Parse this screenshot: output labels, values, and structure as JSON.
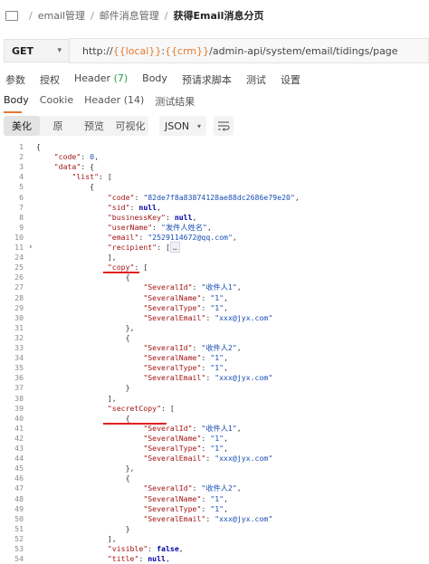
{
  "breadcrumb": {
    "items": [
      "email管理",
      "邮件消息管理",
      "获得Email消息分页"
    ]
  },
  "request": {
    "method": "GET",
    "url_prefix": "http://",
    "url_var1": "{{local}}",
    "url_colon": ":",
    "url_var2": "{{crm}}",
    "url_path": "/admin-api/system/email/tidings/page"
  },
  "request_tabs": [
    {
      "label": "参数"
    },
    {
      "label": "授权"
    },
    {
      "label": "Header",
      "badge": "(7)"
    },
    {
      "label": "Body"
    },
    {
      "label": "预请求脚本"
    },
    {
      "label": "测试"
    },
    {
      "label": "设置"
    }
  ],
  "response_tabs": [
    {
      "label": "Body"
    },
    {
      "label": "Cookie"
    },
    {
      "label": "Header",
      "badge": "(14)"
    },
    {
      "label": "测试结果"
    }
  ],
  "view_modes": [
    "美化",
    "原",
    "预览",
    "可视化"
  ],
  "active_view": 0,
  "format_select": "JSON",
  "colors": {
    "accent": "#e67a2d",
    "badge_green": "#2a9d4a",
    "annotation_red": "#e02020"
  },
  "code_lines": [
    {
      "n": "1",
      "t": [
        [
          "p",
          "{"
        ]
      ]
    },
    {
      "n": "2",
      "t": [
        [
          "p",
          "    "
        ],
        [
          "k",
          "\"code\""
        ],
        [
          "p",
          ": "
        ],
        [
          "n",
          "0"
        ],
        [
          "p",
          ","
        ]
      ]
    },
    {
      "n": "3",
      "t": [
        [
          "p",
          "    "
        ],
        [
          "k",
          "\"data\""
        ],
        [
          "p",
          ": {"
        ]
      ]
    },
    {
      "n": "4",
      "t": [
        [
          "p",
          "        "
        ],
        [
          "k",
          "\"list\""
        ],
        [
          "p",
          ": ["
        ]
      ]
    },
    {
      "n": "5",
      "t": [
        [
          "p",
          "            {"
        ]
      ]
    },
    {
      "n": "6",
      "t": [
        [
          "p",
          "                "
        ],
        [
          "k",
          "\"code\""
        ],
        [
          "p",
          ": "
        ],
        [
          "s",
          "\"82de7f8a83874128ae88dc2686e79e20\""
        ],
        [
          "p",
          ","
        ]
      ]
    },
    {
      "n": "7",
      "t": [
        [
          "p",
          "                "
        ],
        [
          "k",
          "\"sid\""
        ],
        [
          "p",
          ": "
        ],
        [
          "kw",
          "null"
        ],
        [
          "p",
          ","
        ]
      ]
    },
    {
      "n": "8",
      "t": [
        [
          "p",
          "                "
        ],
        [
          "k",
          "\"businessKey\""
        ],
        [
          "p",
          ": "
        ],
        [
          "kw",
          "null"
        ],
        [
          "p",
          ","
        ]
      ]
    },
    {
      "n": "9",
      "t": [
        [
          "p",
          "                "
        ],
        [
          "k",
          "\"userName\""
        ],
        [
          "p",
          ": "
        ],
        [
          "s",
          "\"发件人姓名\""
        ],
        [
          "p",
          ","
        ]
      ]
    },
    {
      "n": "10",
      "t": [
        [
          "p",
          "                "
        ],
        [
          "k",
          "\"email\""
        ],
        [
          "p",
          ": "
        ],
        [
          "s",
          "\"2529114672@qq.com\""
        ],
        [
          "p",
          ","
        ]
      ]
    },
    {
      "n": "11",
      "fold": true,
      "t": [
        [
          "p",
          "                "
        ],
        [
          "k",
          "\"recipient\""
        ],
        [
          "p",
          ": ["
        ],
        [
          "c",
          "…"
        ]
      ]
    },
    {
      "n": "24",
      "t": [
        [
          "p",
          "                ],"
        ]
      ]
    },
    {
      "n": "25",
      "t": [
        [
          "p",
          "                "
        ],
        [
          "k",
          "\"copy\""
        ],
        [
          "p",
          ": ["
        ]
      ]
    },
    {
      "n": "26",
      "t": [
        [
          "p",
          "                    {"
        ]
      ]
    },
    {
      "n": "27",
      "t": [
        [
          "p",
          "                        "
        ],
        [
          "k",
          "\"SeveralId\""
        ],
        [
          "p",
          ": "
        ],
        [
          "s",
          "\"收件人1\""
        ],
        [
          "p",
          ","
        ]
      ]
    },
    {
      "n": "28",
      "t": [
        [
          "p",
          "                        "
        ],
        [
          "k",
          "\"SeveralName\""
        ],
        [
          "p",
          ": "
        ],
        [
          "s",
          "\"1\""
        ],
        [
          "p",
          ","
        ]
      ]
    },
    {
      "n": "29",
      "t": [
        [
          "p",
          "                        "
        ],
        [
          "k",
          "\"SeveralType\""
        ],
        [
          "p",
          ": "
        ],
        [
          "s",
          "\"1\""
        ],
        [
          "p",
          ","
        ]
      ]
    },
    {
      "n": "30",
      "t": [
        [
          "p",
          "                        "
        ],
        [
          "k",
          "\"SeveralEmail\""
        ],
        [
          "p",
          ": "
        ],
        [
          "s",
          "\"xxx@jyx.com\""
        ]
      ]
    },
    {
      "n": "31",
      "t": [
        [
          "p",
          "                    },"
        ]
      ]
    },
    {
      "n": "32",
      "t": [
        [
          "p",
          "                    {"
        ]
      ]
    },
    {
      "n": "33",
      "t": [
        [
          "p",
          "                        "
        ],
        [
          "k",
          "\"SeveralId\""
        ],
        [
          "p",
          ": "
        ],
        [
          "s",
          "\"收件人2\""
        ],
        [
          "p",
          ","
        ]
      ]
    },
    {
      "n": "34",
      "t": [
        [
          "p",
          "                        "
        ],
        [
          "k",
          "\"SeveralName\""
        ],
        [
          "p",
          ": "
        ],
        [
          "s",
          "\"1\""
        ],
        [
          "p",
          ","
        ]
      ]
    },
    {
      "n": "35",
      "t": [
        [
          "p",
          "                        "
        ],
        [
          "k",
          "\"SeveralType\""
        ],
        [
          "p",
          ": "
        ],
        [
          "s",
          "\"1\""
        ],
        [
          "p",
          ","
        ]
      ]
    },
    {
      "n": "36",
      "t": [
        [
          "p",
          "                        "
        ],
        [
          "k",
          "\"SeveralEmail\""
        ],
        [
          "p",
          ": "
        ],
        [
          "s",
          "\"xxx@jyx.com\""
        ]
      ]
    },
    {
      "n": "37",
      "t": [
        [
          "p",
          "                    }"
        ]
      ]
    },
    {
      "n": "38",
      "t": [
        [
          "p",
          "                ],"
        ]
      ]
    },
    {
      "n": "39",
      "t": [
        [
          "p",
          "                "
        ],
        [
          "k",
          "\"secretCopy\""
        ],
        [
          "p",
          ": ["
        ]
      ]
    },
    {
      "n": "40",
      "t": [
        [
          "p",
          "                    {"
        ]
      ]
    },
    {
      "n": "41",
      "t": [
        [
          "p",
          "                        "
        ],
        [
          "k",
          "\"SeveralId\""
        ],
        [
          "p",
          ": "
        ],
        [
          "s",
          "\"收件人1\""
        ],
        [
          "p",
          ","
        ]
      ]
    },
    {
      "n": "42",
      "t": [
        [
          "p",
          "                        "
        ],
        [
          "k",
          "\"SeveralName\""
        ],
        [
          "p",
          ": "
        ],
        [
          "s",
          "\"1\""
        ],
        [
          "p",
          ","
        ]
      ]
    },
    {
      "n": "43",
      "t": [
        [
          "p",
          "                        "
        ],
        [
          "k",
          "\"SeveralType\""
        ],
        [
          "p",
          ": "
        ],
        [
          "s",
          "\"1\""
        ],
        [
          "p",
          ","
        ]
      ]
    },
    {
      "n": "44",
      "t": [
        [
          "p",
          "                        "
        ],
        [
          "k",
          "\"SeveralEmail\""
        ],
        [
          "p",
          ": "
        ],
        [
          "s",
          "\"xxx@jyx.com\""
        ]
      ]
    },
    {
      "n": "45",
      "t": [
        [
          "p",
          "                    },"
        ]
      ]
    },
    {
      "n": "46",
      "t": [
        [
          "p",
          "                    {"
        ]
      ]
    },
    {
      "n": "47",
      "t": [
        [
          "p",
          "                        "
        ],
        [
          "k",
          "\"SeveralId\""
        ],
        [
          "p",
          ": "
        ],
        [
          "s",
          "\"收件人2\""
        ],
        [
          "p",
          ","
        ]
      ]
    },
    {
      "n": "48",
      "t": [
        [
          "p",
          "                        "
        ],
        [
          "k",
          "\"SeveralName\""
        ],
        [
          "p",
          ": "
        ],
        [
          "s",
          "\"1\""
        ],
        [
          "p",
          ","
        ]
      ]
    },
    {
      "n": "49",
      "t": [
        [
          "p",
          "                        "
        ],
        [
          "k",
          "\"SeveralType\""
        ],
        [
          "p",
          ": "
        ],
        [
          "s",
          "\"1\""
        ],
        [
          "p",
          ","
        ]
      ]
    },
    {
      "n": "50",
      "t": [
        [
          "p",
          "                        "
        ],
        [
          "k",
          "\"SeveralEmail\""
        ],
        [
          "p",
          ": "
        ],
        [
          "s",
          "\"xxx@jyx.com\""
        ]
      ]
    },
    {
      "n": "51",
      "t": [
        [
          "p",
          "                    }"
        ]
      ]
    },
    {
      "n": "52",
      "t": [
        [
          "p",
          "                ],"
        ]
      ]
    },
    {
      "n": "53",
      "t": [
        [
          "p",
          "                "
        ],
        [
          "k",
          "\"visible\""
        ],
        [
          "p",
          ": "
        ],
        [
          "kw",
          "false"
        ],
        [
          "p",
          ","
        ]
      ]
    },
    {
      "n": "54",
      "t": [
        [
          "p",
          "                "
        ],
        [
          "k",
          "\"title\""
        ],
        [
          "p",
          ": "
        ],
        [
          "kw",
          "null"
        ],
        [
          "p",
          ","
        ]
      ]
    }
  ]
}
